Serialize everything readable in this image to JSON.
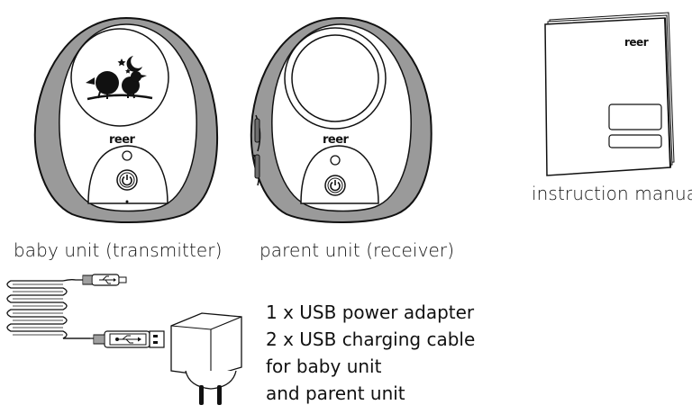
{
  "baby_unit": {
    "caption": "baby unit (transmitter)",
    "brand": "reer"
  },
  "parent_unit": {
    "caption": "parent unit (receiver)",
    "brand": "reer"
  },
  "manual": {
    "caption": "instruction manual",
    "brand": "reer"
  },
  "accessories": {
    "lines": [
      "1 x USB power adapter",
      "2 x USB charging cable",
      "for baby unit",
      "and parent unit"
    ]
  },
  "icons": [
    "power-icon",
    "moon-stars-icon",
    "birds-icon",
    "usb-icon",
    "plug-icon"
  ],
  "colors": {
    "outline": "#111111",
    "body_grey": "#9a9a9a",
    "face_white": "#ffffff"
  }
}
